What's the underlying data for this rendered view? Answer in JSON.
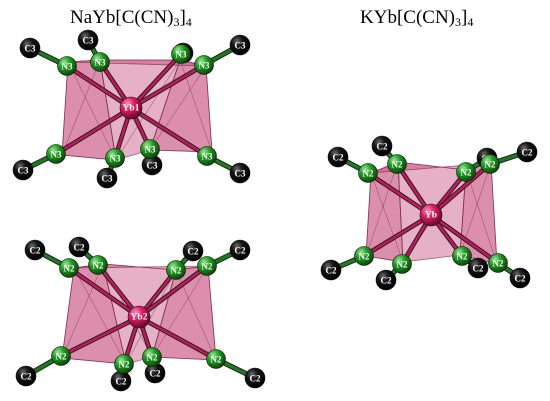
{
  "titles": {
    "left": {
      "prefix": "NaYb[C(CN)",
      "sub1": "3",
      "mid": "]",
      "sub2": "4"
    },
    "right": {
      "prefix": "KYb[C(CN)",
      "sub1": "3",
      "mid": "]",
      "sub2": "4"
    }
  },
  "colors": {
    "polyhedron_fill": "#c8517f",
    "polyhedron_edge": "#7a2a4a",
    "center_atom": "#d81b60",
    "n_atom": "#1b8a1b",
    "c_atom": "#0a0a0a",
    "bond_center": "#c2185b",
    "bond_n": "#1e7a1e"
  },
  "molecules": [
    {
      "id": "top-left",
      "center_label": "Yb1",
      "ligands": [
        {
          "n": "N3",
          "c": "C3"
        },
        {
          "n": "N3",
          "c": "C3"
        },
        {
          "n": "N3",
          "c": "C3"
        },
        {
          "n": "N3",
          "c": "C3"
        },
        {
          "n": "N3",
          "c": "C3"
        },
        {
          "n": "N3",
          "c": "C3"
        },
        {
          "n": "N3",
          "c": "C3"
        },
        {
          "n": "N3",
          "c": "C3"
        }
      ]
    },
    {
      "id": "bottom-left",
      "center_label": "Yb2",
      "ligands": [
        {
          "n": "N2",
          "c": "C2"
        },
        {
          "n": "N2",
          "c": "C2"
        },
        {
          "n": "N2",
          "c": "C2"
        },
        {
          "n": "N2",
          "c": "C2"
        },
        {
          "n": "N2",
          "c": "C2"
        },
        {
          "n": "N2",
          "c": "C2"
        },
        {
          "n": "N2",
          "c": "C2"
        },
        {
          "n": "N2",
          "c": "C2"
        }
      ]
    },
    {
      "id": "right",
      "center_label": "Yb",
      "ligands": [
        {
          "n": "N2",
          "c": "C2"
        },
        {
          "n": "N2",
          "c": "C2"
        },
        {
          "n": "N2",
          "c": "C2"
        },
        {
          "n": "N2",
          "c": "C2"
        },
        {
          "n": "N2",
          "c": "C2"
        },
        {
          "n": "N2",
          "c": "C2"
        },
        {
          "n": "N2",
          "c": "C2"
        },
        {
          "n": "N2",
          "c": "C2"
        }
      ]
    }
  ]
}
